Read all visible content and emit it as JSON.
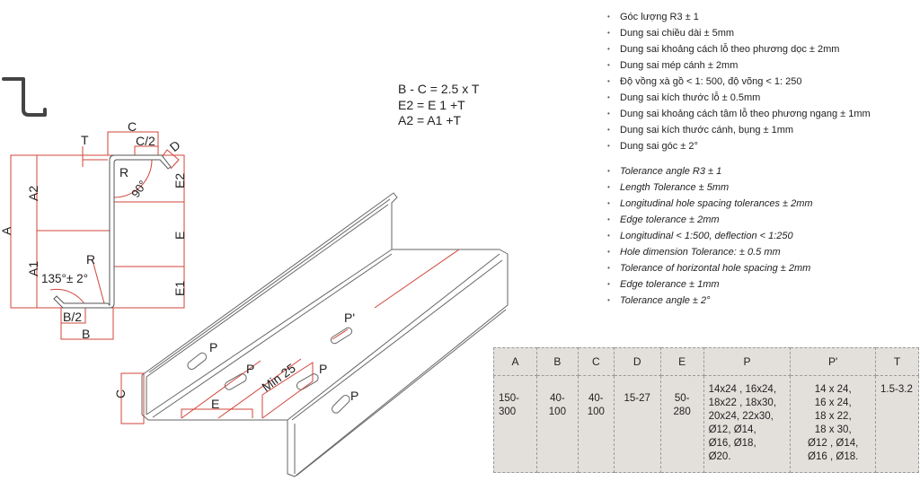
{
  "drawing": {
    "section_labels": {
      "C": "C",
      "C_half": "C/2",
      "T": "T",
      "D": "D",
      "R_top": "R",
      "angle_top": "90°",
      "A": "A",
      "A1": "A1",
      "A2": "A2",
      "E": "E",
      "E1": "E1",
      "E2": "E2",
      "R_bottom": "R",
      "angle_bottom": "135°± 2°",
      "B": "B",
      "B_half": "B/2"
    },
    "iso_labels": {
      "P1": "P",
      "P2": "P",
      "P3": "P",
      "P4": "P",
      "P_prime": "P'",
      "min": "Min 25",
      "E": "E",
      "C": "C"
    },
    "accent_color": "#d0453a"
  },
  "formulas": [
    "B - C = 2.5 x T",
    "E2 = E 1 +T",
    "A2 = A1 +T"
  ],
  "tolerances_vi": [
    "Góc lượng R3 ± 1",
    "Dung sai chiều dài  ± 5mm",
    "Dung sai khoảng cách lỗ theo phương dọc ± 2mm",
    "Dung sai mép cánh ± 2mm",
    "Độ vồng xà gồ < 1: 500, độ võng < 1: 250",
    "Dung sai kích thước lỗ ± 0.5mm",
    "Dung sai khoảng cách tâm lỗ theo phương ngang ± 1mm",
    "Dung sai kích thước cánh, bụng ± 1mm",
    "Dung sai góc ± 2°"
  ],
  "tolerances_en": [
    "Tolerance angle R3 ± 1",
    "Length Tolerance ± 5mm",
    "Longitudinal hole spacing tolerances ± 2mm",
    "Edge tolerance ± 2mm",
    "Longitudinal < 1:500, deflection < 1:250",
    "Hole dimension Tolerance: ± 0.5 mm",
    "Tolerance of horizontal hole spacing ± 2mm",
    "Edge tolerance  ± 1mm",
    "Tolerance angle ± 2°"
  ],
  "spec_table": {
    "headers": [
      "A",
      "B",
      "C",
      "D",
      "E",
      "P",
      "P'",
      "T"
    ],
    "row": [
      "150-\n300",
      "40-\n100",
      "40-\n100",
      "15-27",
      "50-\n280",
      "14x24 , 16x24,\n18x22 , 18x30,\n20x24, 22x30,\nØ12, Ø14,\nØ16, Ø18,\nØ20.",
      "14 x 24,\n16 x 24,\n18 x 22,\n18 x 30,\nØ12 , Ø14,\nØ16 , Ø18.",
      "1.5-3.2"
    ]
  }
}
